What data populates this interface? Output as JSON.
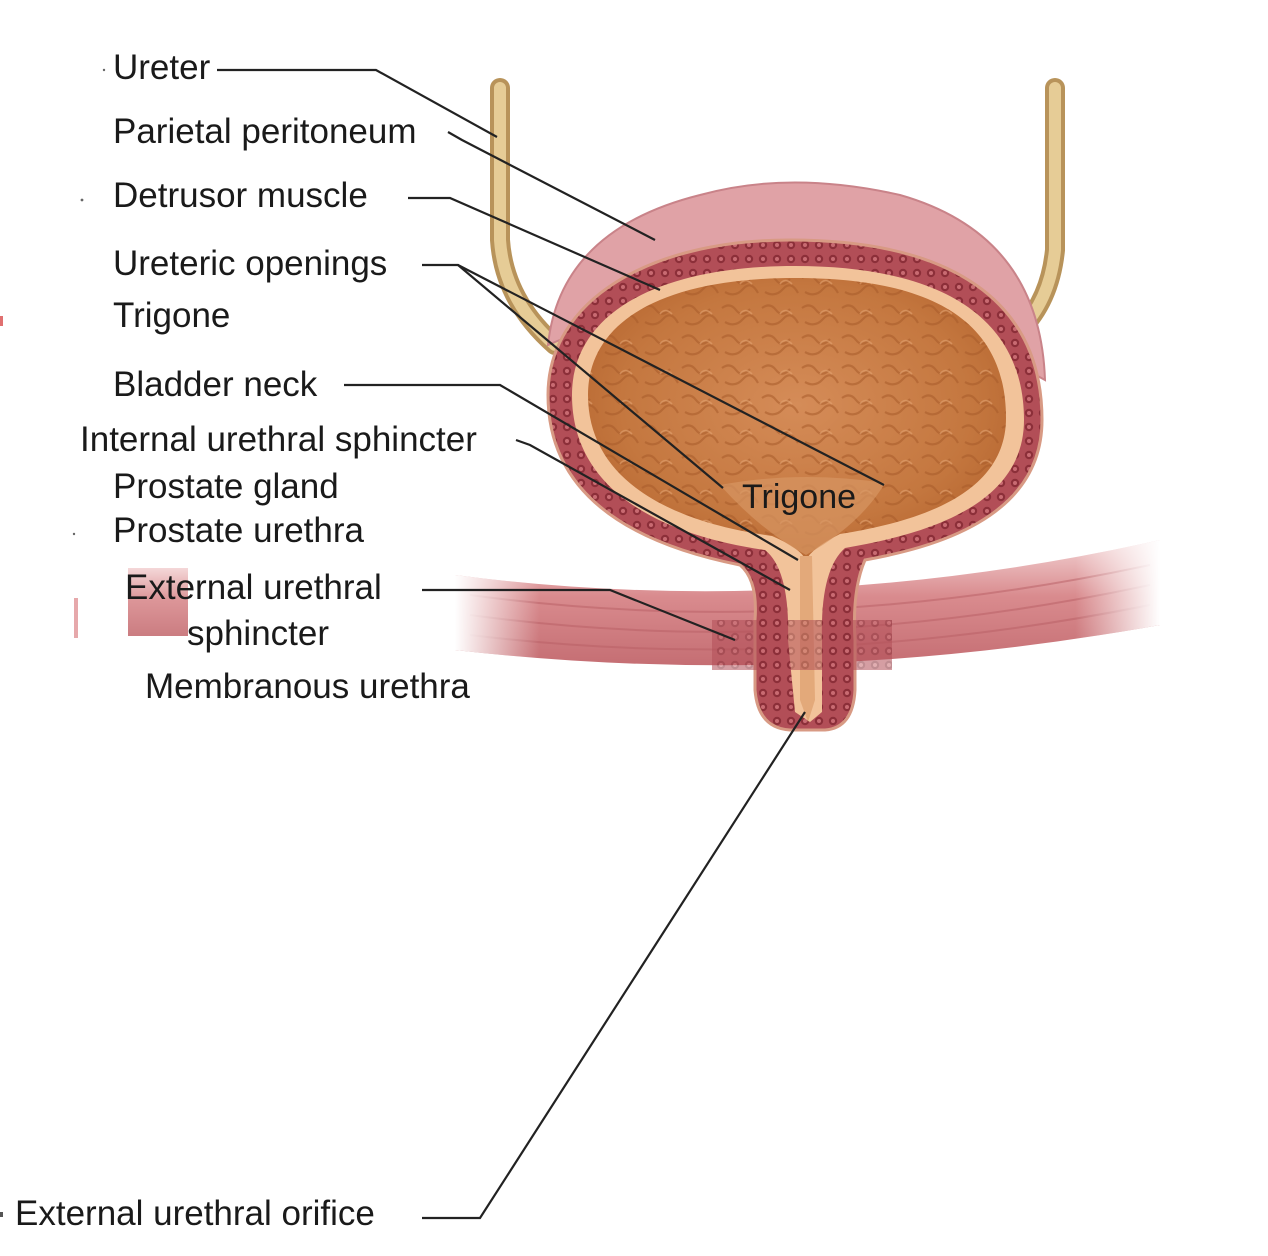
{
  "labels": {
    "ureter": "Ureter",
    "parietal_peritoneum": "Parietal peritoneum",
    "detrusor_muscle": "Detrusor muscle",
    "ureteric_openings": "Ureteric openings",
    "trigone": "Trigone",
    "bladder_neck": "Bladder neck",
    "internal_urethral_sphincter": "Internal urethral sphincter",
    "prostate_gland": "Prostate gland",
    "prostate_urethra": "Prostate urethra",
    "external_urethral_line1": "External urethral",
    "external_urethral_line2": "sphincter",
    "membranous_urethra": "Membranous urethra",
    "external_urethral_orifice": "External urethral orifice",
    "trigone_inner": "Trigone"
  },
  "colors": {
    "peritoneum": "#d88f98",
    "detrusor_wall": "#b5525a",
    "lining": "#f2c39a",
    "lumen": "#c97a48",
    "ureter": "#d9b97a",
    "pelvic_floor": "#d98b8e",
    "leader": "#222222"
  }
}
